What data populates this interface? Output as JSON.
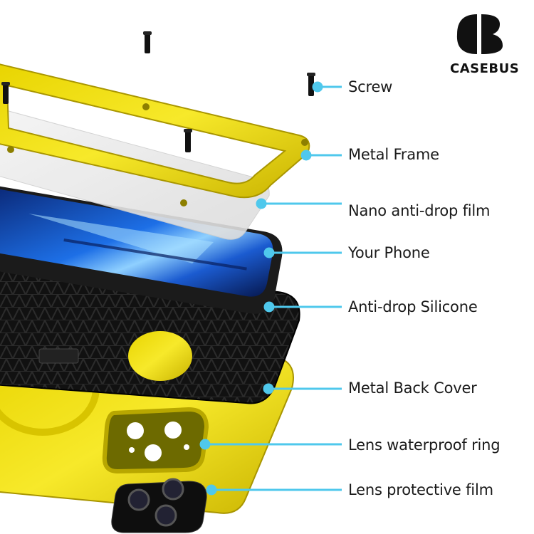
{
  "brand": {
    "name": "CASEBUS",
    "icon": "casebus-logo"
  },
  "callouts": [
    {
      "id": "screw",
      "label": "Screw"
    },
    {
      "id": "metal-frame",
      "label": "Metal Frame"
    },
    {
      "id": "nano-film",
      "label": "Nano anti-drop film"
    },
    {
      "id": "your-phone",
      "label": "Your Phone"
    },
    {
      "id": "anti-drop-silicone",
      "label": "Anti-drop Silicone"
    },
    {
      "id": "metal-back-cover",
      "label": "Metal Back Cover"
    },
    {
      "id": "lens-ring",
      "label": "Lens waterproof ring"
    },
    {
      "id": "lens-film",
      "label": "Lens protective film"
    }
  ],
  "colors": {
    "accent_line": "#4fc8ec",
    "frame_yellow": "#f5e400",
    "phone_screen": "#1560d8"
  }
}
